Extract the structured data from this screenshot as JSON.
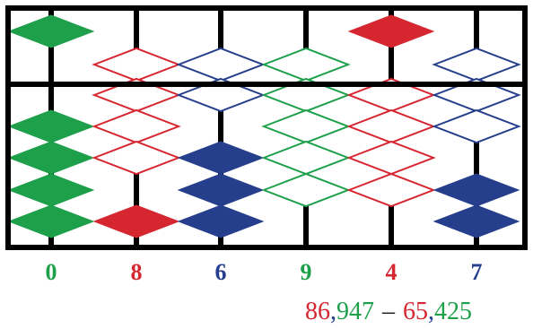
{
  "colors": {
    "green": "#1ea04b",
    "red": "#d62630",
    "blue": "#263f8c",
    "frame": "#000000"
  },
  "rods": [
    {
      "digit": "0",
      "color": "green",
      "heaven_active": false,
      "earth_active": 0
    },
    {
      "digit": "8",
      "color": "red",
      "heaven_active": true,
      "earth_active": 3
    },
    {
      "digit": "6",
      "color": "blue",
      "heaven_active": true,
      "earth_active": 1
    },
    {
      "digit": "9",
      "color": "green",
      "heaven_active": true,
      "earth_active": 4
    },
    {
      "digit": "4",
      "color": "red",
      "heaven_active": false,
      "earth_active": 4
    },
    {
      "digit": "7",
      "color": "blue",
      "heaven_active": true,
      "earth_active": 2
    }
  ],
  "equation": {
    "part1": "86",
    "comma1": ",",
    "part2": "947",
    "minus": " – ",
    "part3": "65",
    "comma2": ",",
    "part4": "425"
  }
}
